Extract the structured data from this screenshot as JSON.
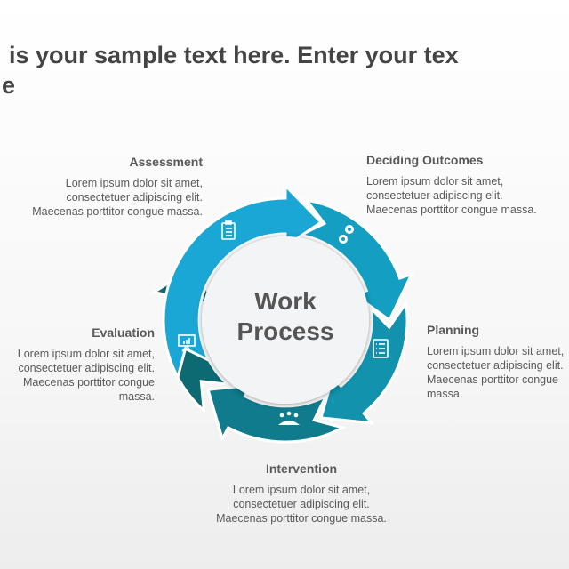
{
  "title": {
    "line1": "is your sample text here. Enter your tex",
    "line2": "e"
  },
  "center": {
    "line1": "Work",
    "line2": "Process"
  },
  "colors": {
    "assessment": "#1ba7d6",
    "deciding": "#149fc2",
    "planning": "#1292ad",
    "intervention": "#0f7b8d",
    "evaluation": "#0d6a72"
  },
  "steps": {
    "assessment": {
      "heading": "Assessment",
      "lines": [
        "Lorem ipsum dolor sit amet,",
        "consectetuer adipiscing elit.",
        "Maecenas porttitor congue massa."
      ],
      "icon": "clipboard-icon"
    },
    "deciding": {
      "heading": "Deciding  Outcomes",
      "lines": [
        "Lorem ipsum dolor sit amet,",
        "consectetuer adipiscing elit.",
        "Maecenas porttitor congue massa."
      ],
      "icon": "gears-icon"
    },
    "planning": {
      "heading": "Planning",
      "lines": [
        "Lorem ipsum dolor sit amet,",
        "consectetuer adipiscing elit.",
        "Maecenas porttitor congue massa."
      ],
      "icon": "checklist-icon"
    },
    "intervention": {
      "heading": "Intervention",
      "lines": [
        "Lorem ipsum dolor sit amet,",
        "consectetuer adipiscing elit.",
        "Maecenas porttitor congue massa."
      ],
      "icon": "meeting-icon"
    },
    "evaluation": {
      "heading": "Evaluation",
      "lines": [
        "Lorem ipsum dolor sit amet,",
        "consectetuer adipiscing elit.",
        "Maecenas porttitor congue massa."
      ],
      "icon": "presentation-chart-icon"
    }
  }
}
